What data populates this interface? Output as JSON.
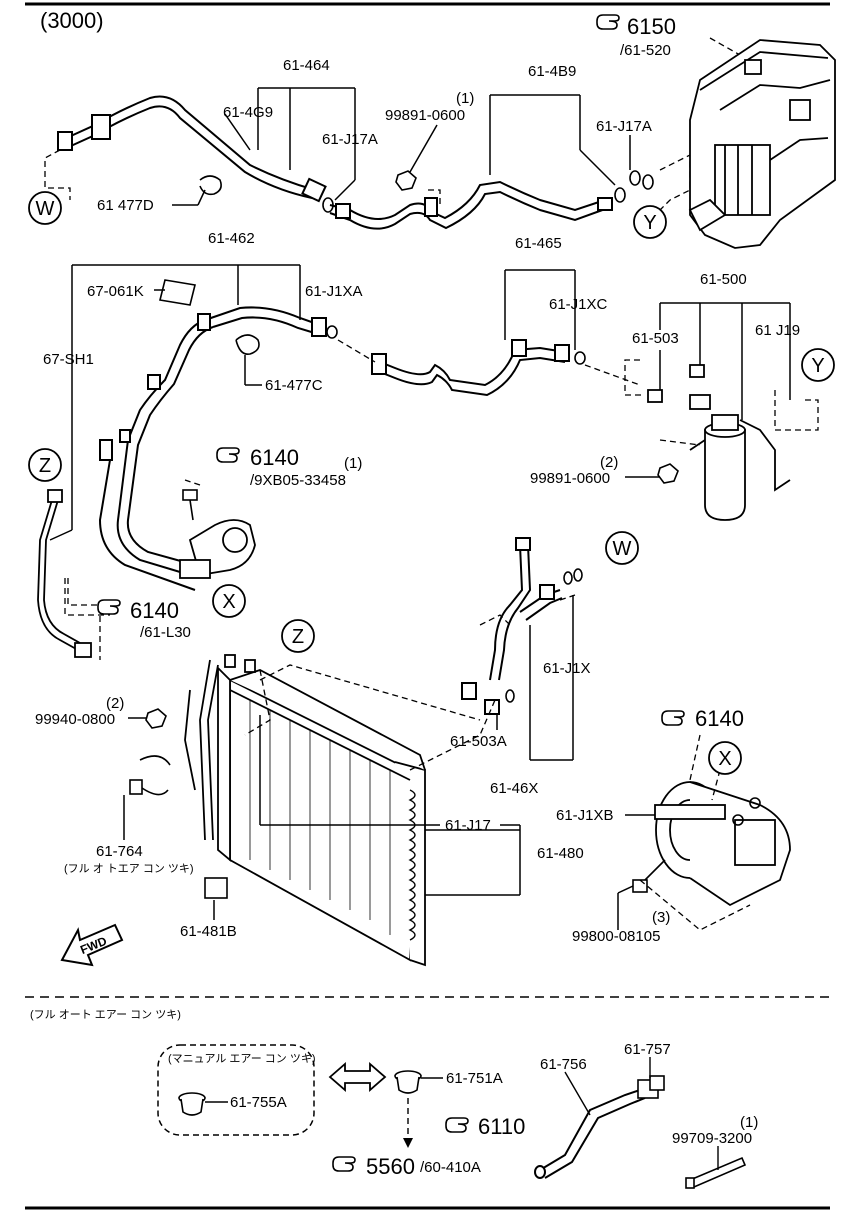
{
  "header": {
    "model_code": "(3000)"
  },
  "labels": {
    "l_61_464": "61-464",
    "l_61_489": "61-4B9",
    "l_61_4g9": "61-4G9",
    "l_61_j17a_1": "61-J17A",
    "l_61_j17a_2": "61-J17A",
    "l_99891_top": "99891-0600",
    "l_qty1_top": "(1)",
    "l_61_477d": "61 477D",
    "l_6150_num": "6150",
    "l_6150_sub": "/61-520",
    "l_61_462": "61-462",
    "l_67_061k": "67-061K",
    "l_61_j1xa": "61-J1XA",
    "l_61_465": "61-465",
    "l_61_j1xc": "61-J1XC",
    "l_61_500": "61-500",
    "l_61_503": "61-503",
    "l_61_j19": "61 J19",
    "l_67_sh1": "67-SH1",
    "l_61_477c": "61-477C",
    "l_6140_a_num": "6140",
    "l_qty1_mid": "(1)",
    "l_9xb05": "/9XB05-33458",
    "l_qty2_mid": "(2)",
    "l_99891_mid": "99891-0600",
    "l_6140_b_num": "6140",
    "l_61_l30": "/61-L30",
    "l_61_j1x": "61-J1X",
    "l_qty2_left": "(2)",
    "l_99940": "99940-0800",
    "l_61_503a": "61-503A",
    "l_61_46x": "61-46X",
    "l_6140_c_num": "6140",
    "l_61_j1xb": "61-J1XB",
    "l_61_j17": "61-J17",
    "l_61_480": "61-480",
    "l_61_764": "61-764",
    "l_61_764_note": "(フル オ トエア  コン ツキ)",
    "l_61_481b": "61-481B",
    "l_qty3": "(3)",
    "l_99800": "99800-08105",
    "l_fwd": "FWD"
  },
  "callouts": {
    "W": "W",
    "Y": "Y",
    "Z": "Z",
    "X": "X"
  },
  "lower_section": {
    "heading": "(フル オート エアー コン ツキ)",
    "manual_box_title": "(マニュアル エアー コン ツキ)",
    "l_61_755a": "61-755A",
    "l_61_751a": "61-751A",
    "l_61_756": "61-756",
    "l_61_757": "61-757",
    "l_6110_num": "6110",
    "l_qty1_bot": "(1)",
    "l_99709": "99709-3200",
    "l_5560_num": "5560",
    "l_5560_sub": "/60-410A"
  },
  "icons": {
    "ref_hand": "pointing-hand-icon"
  }
}
